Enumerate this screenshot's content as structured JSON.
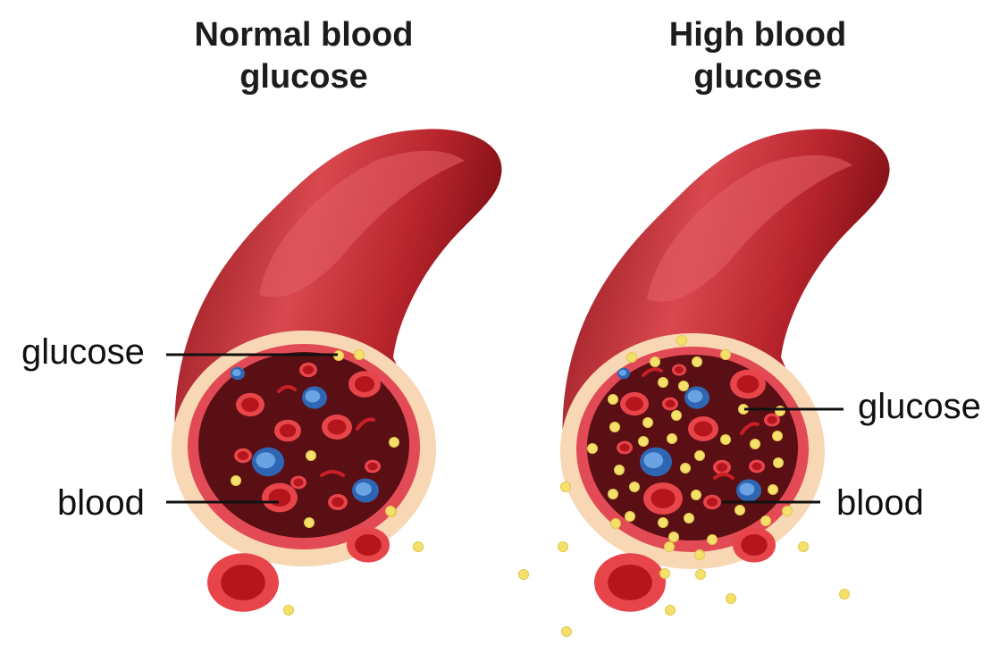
{
  "panels": {
    "normal": {
      "title_line1": "Normal blood",
      "title_line2": "glucose",
      "glucose_label": "glucose",
      "blood_label": "blood"
    },
    "high": {
      "title_line1": "High blood",
      "title_line2": "glucose",
      "glucose_label": "glucose",
      "blood_label": "blood"
    }
  },
  "colors": {
    "vessel_dark": "#8a1219",
    "vessel_mid": "#b8242c",
    "vessel_light": "#d9484f",
    "wall_outer": "#f8d7b4",
    "wall_inner": "#e24b55",
    "lumen": "#5a0f14",
    "red_cell": "#d7282f",
    "red_cell_center": "#b5161d",
    "white_cell": "#3f7fd0",
    "glucose": "#f4e06a",
    "text": "#111111"
  }
}
